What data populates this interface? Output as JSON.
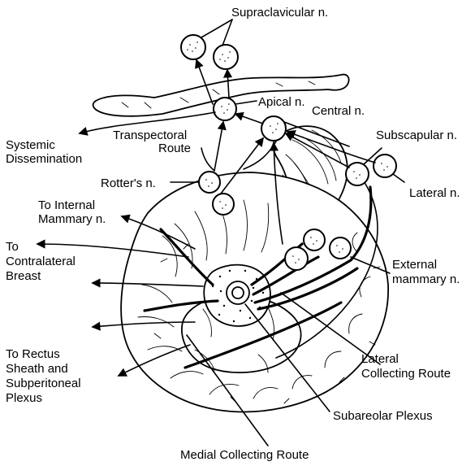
{
  "labels": {
    "supraclavicular": "Supraclavicular n.",
    "apical": "Apical n.",
    "central": "Central n.",
    "subscapular": "Subscapular n.",
    "lateral": "Lateral n.",
    "transpectoral_1": "Transpectoral",
    "transpectoral_2": "Route",
    "systemic_1": "Systemic",
    "systemic_2": "Dissemination",
    "rotters": "Rotter's n.",
    "internal_mammary_1": "To Internal",
    "internal_mammary_2": "Mammary n.",
    "contralateral_1": "To",
    "contralateral_2": "Contralateral",
    "contralateral_3": "Breast",
    "external_mammary_1": "External",
    "external_mammary_2": "mammary n.",
    "rectus_1": "To Rectus",
    "rectus_2": "Sheath and",
    "rectus_3": "Subperitoneal",
    "rectus_4": "Plexus",
    "lateral_collecting_1": "Lateral",
    "lateral_collecting_2": "Collecting Route",
    "subareolar": "Subareolar Plexus",
    "medial_collecting": "Medial Collecting Route"
  },
  "colors": {
    "ink": "#000000",
    "paper": "#ffffff"
  }
}
